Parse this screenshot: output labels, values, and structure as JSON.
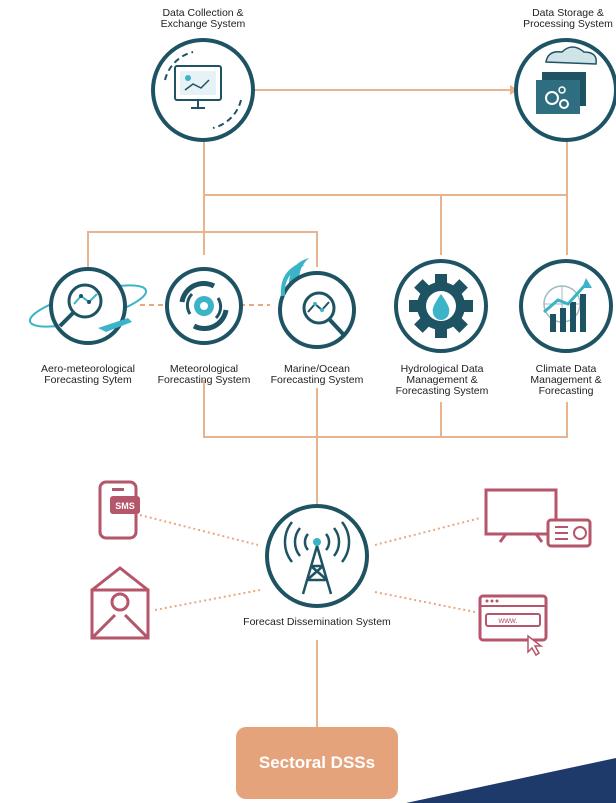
{
  "nodes": {
    "data_collection": {
      "label": "Data Collection &\nExchange System"
    },
    "data_storage": {
      "label": "Data Storage &\nProcessing System"
    },
    "aero": {
      "label": "Aero-meteorological\nForecasting Sytem"
    },
    "meteorological": {
      "label": "Meteorological\nForecasting System"
    },
    "marine": {
      "label": "Marine/Ocean\nForecasting System"
    },
    "hydrological": {
      "label": "Hydrological Data\nManagement &\nForecasting System"
    },
    "climate": {
      "label": "Climate Data\nManagement &\nForecasting"
    },
    "dissemination": {
      "label": "Forecast Dissemination System"
    }
  },
  "channels": {
    "sms_badge": "SMS",
    "web_url": "www."
  },
  "sectoral": {
    "label": "Sectoral DSSs"
  },
  "colors": {
    "circle_ring": "#1e5364",
    "line": "#e8b48f",
    "dotted": "#e8a882",
    "channel_icon": "#b5566a",
    "button": "#e4a37a",
    "teal": "#3cb4c8",
    "corner": "#1d3a6b"
  }
}
